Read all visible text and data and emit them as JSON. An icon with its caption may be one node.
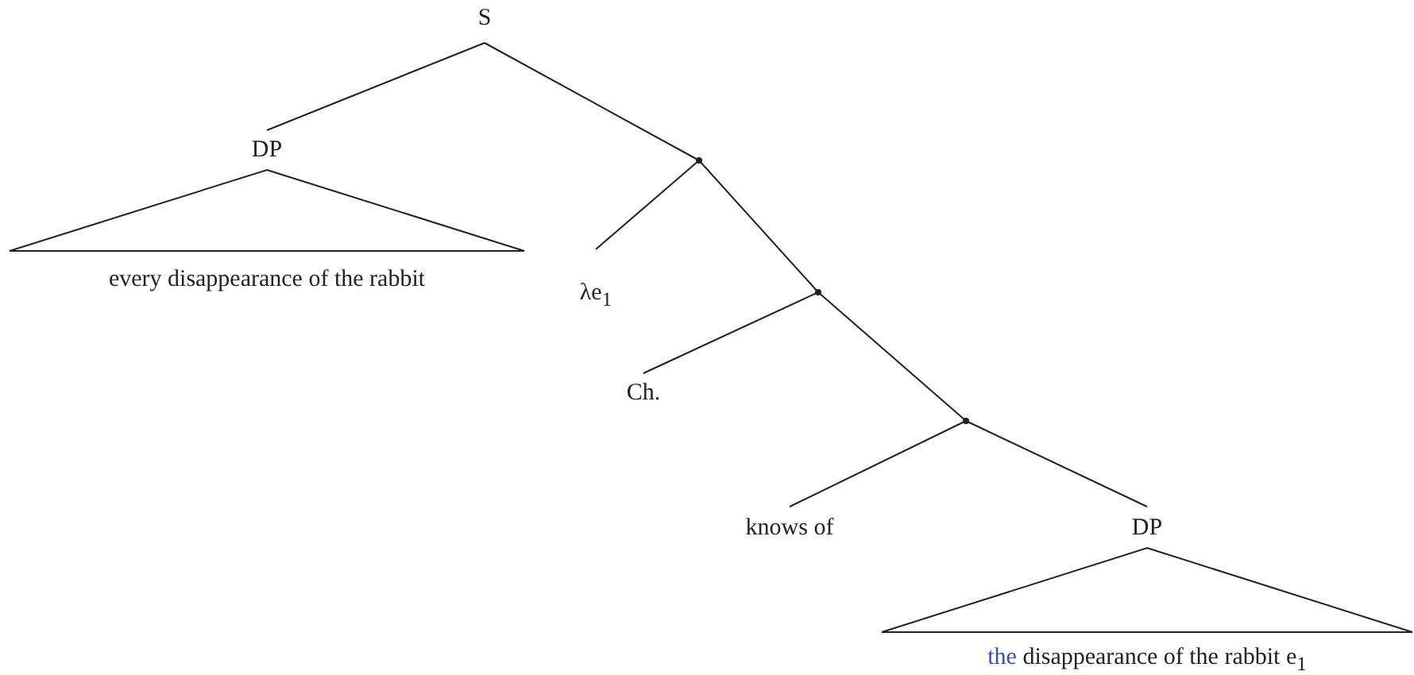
{
  "diagram": {
    "nodes": [
      {
        "text": [
          "S"
        ]
      },
      {
        "text": [
          "DP"
        ]
      },
      {
        "text": [
          "every disappearance of the rabbit"
        ]
      },
      {
        "text": [],
        "shape": "point"
      },
      {
        "text": [
          "λe$_{1}$"
        ]
      },
      {
        "text": [],
        "shape": "point"
      },
      {
        "text": [
          "Ch."
        ]
      },
      {
        "text": [],
        "shape": "point"
      },
      {
        "text": [
          "knows of"
        ]
      },
      {
        "text": [
          "DP"
        ]
      },
      {
        "text": [
          "the",
          "disappearance of the rabbit e$_{1}$"
        ]
      }
    ],
    "edges": [
      {
        "from": 0,
        "to": 1,
        "arrow": "none"
      },
      {
        "from": 0,
        "to": 3,
        "arrow": "none"
      },
      {
        "from": 3,
        "to": 4,
        "arrow": "none"
      },
      {
        "from": 3,
        "to": 5,
        "arrow": "none"
      },
      {
        "from": 5,
        "to": 6,
        "arrow": "none"
      },
      {
        "from": 5,
        "to": 7,
        "arrow": "none"
      },
      {
        "from": 7,
        "to": 8,
        "arrow": "none"
      },
      {
        "from": 7,
        "to": 9,
        "arrow": "none"
      }
    ]
  }
}
